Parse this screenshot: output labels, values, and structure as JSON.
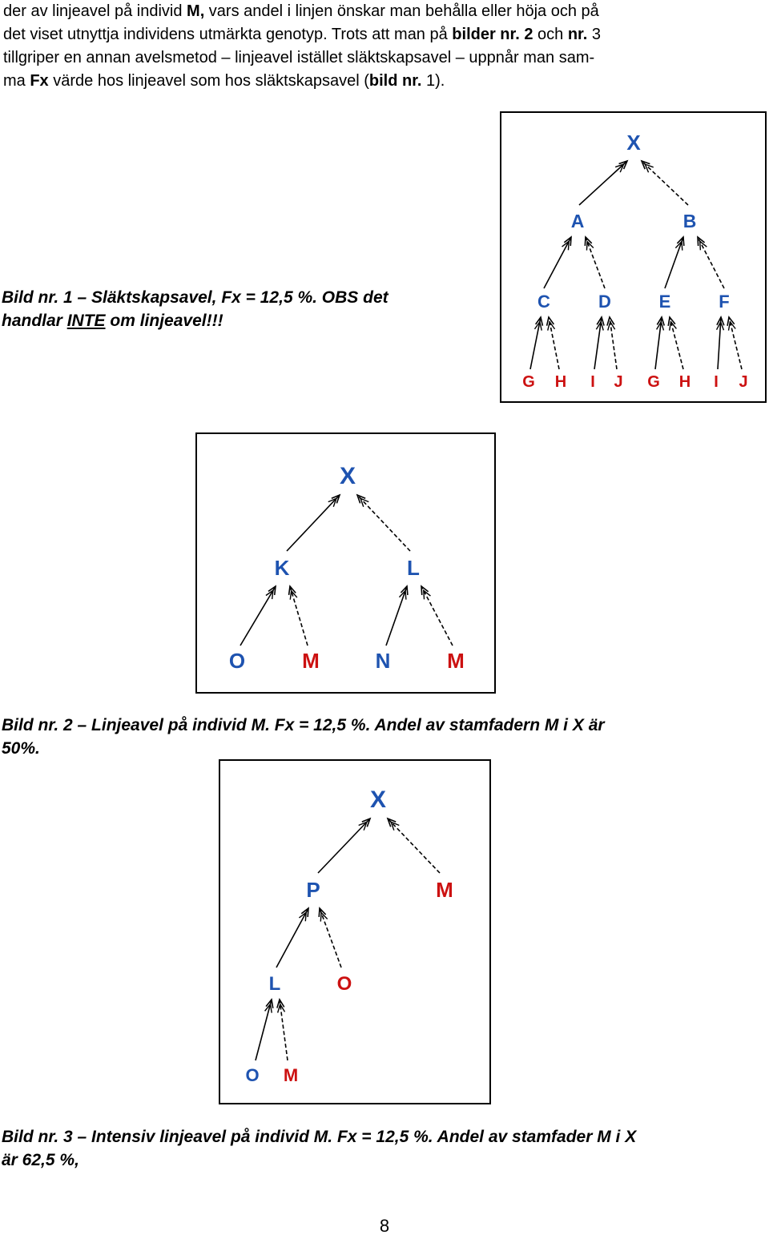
{
  "paragraph": {
    "line1": {
      "a": "der av linjeavel på individ ",
      "b": "M,",
      "c": " vars andel i linjen önskar man behålla eller höja och på"
    },
    "line2": {
      "a": "det viset utnyttja individens utmärkta genotyp. Trots att man på ",
      "b": "bilder nr. 2",
      "c": " och ",
      "d": "nr.",
      "e": " 3"
    },
    "line3": "tillgriper en annan avelsmetod – linjeavel istället släktskapsavel – uppnår man sam-",
    "line4": {
      "a": "ma ",
      "b": "Fx",
      "c": " värde hos linjeavel som hos släktskapsavel (",
      "d": "bild nr.",
      "e": " 1)."
    }
  },
  "caption1": {
    "line1": "Bild nr. 1 – Släktskapsavel, Fx = 12,5 %. OBS det",
    "line2a": "handlar ",
    "line2b": "INTE",
    "line2c": " om linjeavel!!!"
  },
  "caption2": {
    "line1": "Bild nr. 2 – Linjeavel på individ M. Fx = 12,5 %. Andel av stamfadern M i X är",
    "line2": "50%."
  },
  "caption3": {
    "line1": "Bild nr. 3 – Intensiv linjeavel på individ M. Fx = 12,5 %. Andel av stamfader M i X",
    "line2": "är 62,5 %,"
  },
  "figure1": {
    "root": "X",
    "level1": [
      "A",
      "B"
    ],
    "level2": [
      "C",
      "D",
      "E",
      "F"
    ],
    "level3": [
      "G",
      "H",
      "I",
      "J",
      "G",
      "H",
      "I",
      "J"
    ]
  },
  "figure2": {
    "root": "X",
    "level1": [
      "K",
      "L"
    ],
    "level2": [
      "O",
      "M",
      "N",
      "M"
    ]
  },
  "figure3": {
    "root": "X",
    "level1": [
      "P",
      "M"
    ],
    "level2": [
      "L",
      "O"
    ],
    "level3": [
      "O",
      "M"
    ]
  },
  "colors": {
    "blue": "#1e53b0",
    "red": "#cc1111",
    "black": "#000000"
  },
  "page_number": "8"
}
